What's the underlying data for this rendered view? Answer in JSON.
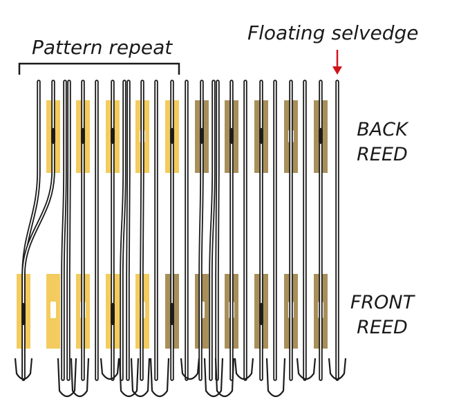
{
  "labels": {
    "floating_selvedge": "Floating selvedge",
    "pattern_repeat": "Pattern repeat",
    "back_reed_line1": "BACK",
    "back_reed_line2": "REED",
    "front_reed_line1": "FRONT",
    "front_reed_line2": "REED"
  },
  "colors": {
    "pattern_dent": "#f3cb5e",
    "other_dent": "#a88f5a",
    "warp_thread": "#1c1c1c",
    "selvedge_arrow": "#d0131b",
    "background": "#ffffff"
  }
}
